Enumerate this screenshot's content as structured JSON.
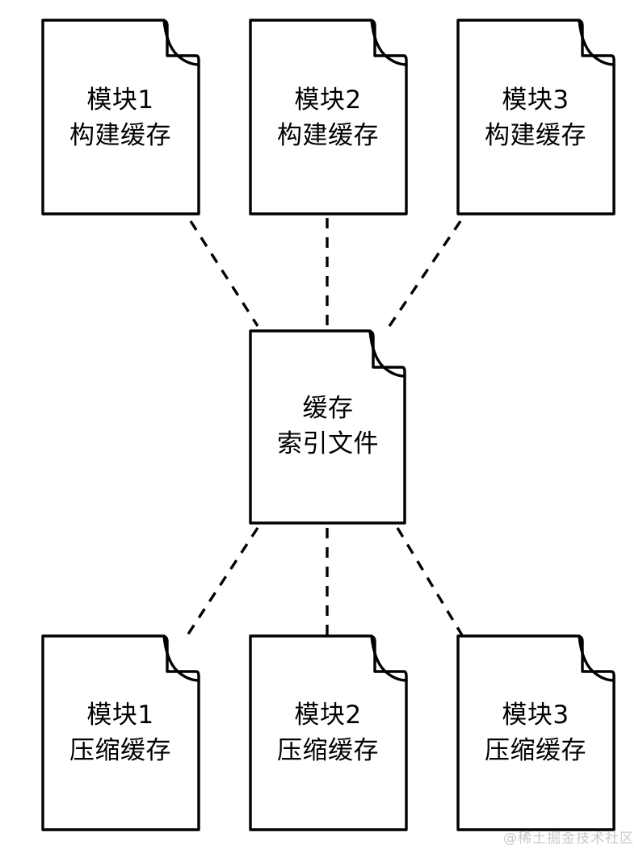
{
  "diagram": {
    "type": "node-link",
    "background_color": "#ffffff",
    "stroke_color": "#000000",
    "node_shape": "document-folded-corner",
    "connector_style": "dashed",
    "nodes": [
      {
        "id": "mod1-build",
        "line1": "模块1",
        "line2": "构建缓存",
        "row": "top",
        "col": 1
      },
      {
        "id": "mod2-build",
        "line1": "模块2",
        "line2": "构建缓存",
        "row": "top",
        "col": 2
      },
      {
        "id": "mod3-build",
        "line1": "模块3",
        "line2": "构建缓存",
        "row": "top",
        "col": 3
      },
      {
        "id": "cache-index",
        "line1": "缓存",
        "line2": "索引文件",
        "row": "center",
        "col": 2
      },
      {
        "id": "mod1-comp",
        "line1": "模块1",
        "line2": "压缩缓存",
        "row": "bottom",
        "col": 1
      },
      {
        "id": "mod2-comp",
        "line1": "模块2",
        "line2": "压缩缓存",
        "row": "bottom",
        "col": 2
      },
      {
        "id": "mod3-comp",
        "line1": "模块3",
        "line2": "压缩缓存",
        "row": "bottom",
        "col": 3
      }
    ],
    "edges": [
      {
        "from": "mod1-build",
        "to": "cache-index",
        "style": "dashed"
      },
      {
        "from": "mod2-build",
        "to": "cache-index",
        "style": "dashed"
      },
      {
        "from": "mod3-build",
        "to": "cache-index",
        "style": "dashed"
      },
      {
        "from": "cache-index",
        "to": "mod1-comp",
        "style": "dashed"
      },
      {
        "from": "cache-index",
        "to": "mod2-comp",
        "style": "dashed"
      },
      {
        "from": "cache-index",
        "to": "mod3-comp",
        "style": "dashed"
      }
    ]
  },
  "watermark": {
    "text": "@稀土掘金技术社区",
    "color": "#c9c9c9"
  }
}
